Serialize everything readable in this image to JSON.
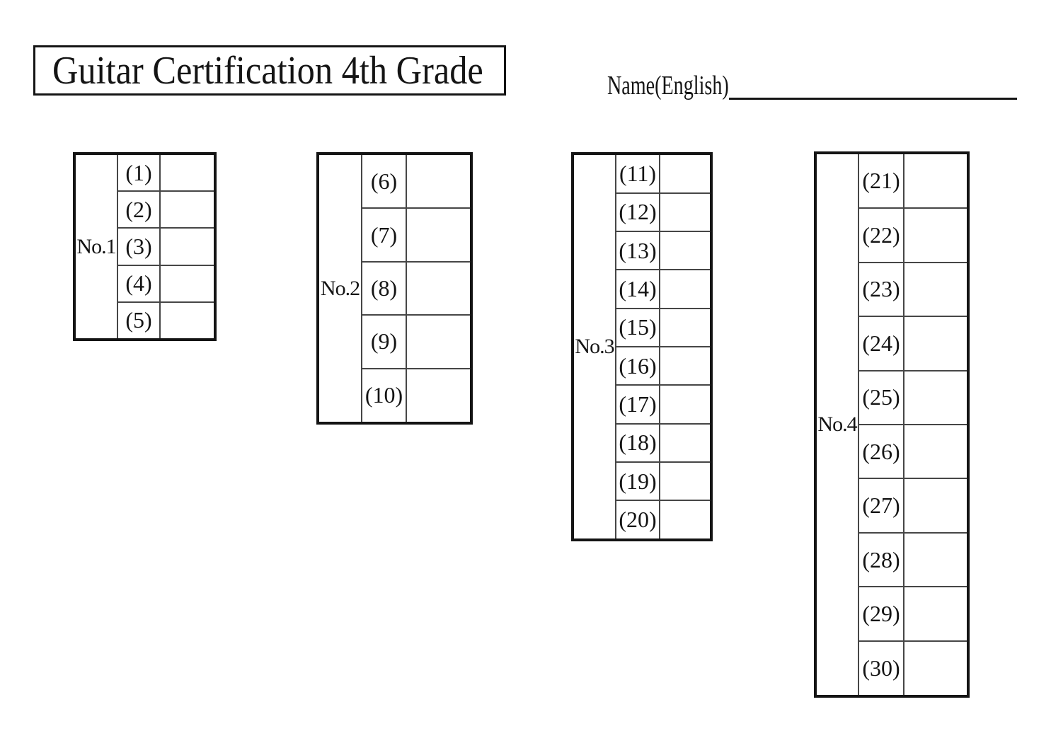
{
  "header": {
    "title": "Guitar Certification 4th Grade",
    "name_label": "Name(English)"
  },
  "tables": [
    {
      "label": "No.1",
      "items": [
        "(1)",
        "(2)",
        "(3)",
        "(4)",
        "(5)"
      ]
    },
    {
      "label": "No.2",
      "items": [
        "(6)",
        "(7)",
        "(8)",
        "(9)",
        "(10)"
      ]
    },
    {
      "label": "No.3",
      "items": [
        "(11)",
        "(12)",
        "(13)",
        "(14)",
        "(15)",
        "(16)",
        "(17)",
        "(18)",
        "(19)",
        "(20)"
      ]
    },
    {
      "label": "No.4",
      "items": [
        "(21)",
        "(22)",
        "(23)",
        "(24)",
        "(25)",
        "(26)",
        "(27)",
        "(28)",
        "(29)",
        "(30)"
      ]
    }
  ],
  "colors": {
    "ink": "#141414",
    "grid": "#464646",
    "background": "#ffffff"
  }
}
